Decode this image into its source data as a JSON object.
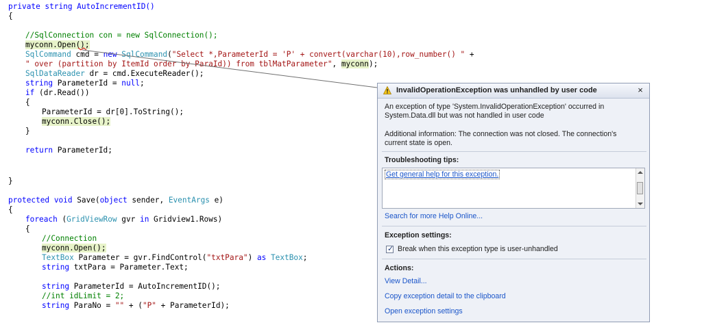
{
  "code": {
    "l1": "private string AutoIncrementID()",
    "l2": "{",
    "l4": "//SqlConnection con = new SqlConnection();",
    "l5": "myconn.Open();",
    "l6a": "SqlCommand",
    "l6b": " cmd = ",
    "l6c": "new",
    "l6d": " ",
    "l6e": "SqlCommand",
    "l6f": "(",
    "l6g": "\"Select *,ParameterId = 'P' + convert(varchar(10),row_number() \"",
    "l6h": " +",
    "l7a": "\" over (partition by ItemId order by ParaId)) from tblMatParameter\"",
    "l7b": ", ",
    "l7c": "myconn",
    "l7d": ");",
    "l8a": "SqlDataReader",
    "l8b": " dr = cmd.ExecuteReader();",
    "l9a": "string",
    "l9b": " ParameterId = ",
    "l9c": "null",
    "l9d": ";",
    "l10a": "if",
    "l10b": " (dr.Read())",
    "l11": "{",
    "l12": "ParameterId = dr[0].ToString();",
    "l13": "myconn.Close();",
    "l14": "}",
    "l16a": "return",
    "l16b": " ParameterId;",
    "l19": "}",
    "l21a": "protected",
    "l21b": " ",
    "l21c": "void",
    "l21d": " Save(",
    "l21e": "object",
    "l21f": " sender, ",
    "l21g": "EventArgs",
    "l21h": " e)",
    "l22": "{",
    "l23a": "foreach",
    "l23b": " (",
    "l23c": "GridViewRow",
    "l23d": " gvr ",
    "l23e": "in",
    "l23f": " Gridview1.Rows)",
    "l24": "{",
    "l25": "//Connection",
    "l26": "myconn.Open();",
    "l27a": "TextBox",
    "l27b": " Parameter = gvr.FindControl(",
    "l27c": "\"txtPara\"",
    "l27d": ") ",
    "l27e": "as",
    "l27f": " ",
    "l27g": "TextBox",
    "l27h": ";",
    "l28a": "string",
    "l28b": " txtPara = Parameter.Text;",
    "l30a": "string",
    "l30b": " ParameterId = AutoIncrementID();",
    "l31": "//int idLimit = 2;",
    "l32a": "string",
    "l32b": " ParaNo = ",
    "l32c": "\"\"",
    "l32d": " + (",
    "l32e": "\"P\"",
    "l32f": " + ParameterId);"
  },
  "helper": {
    "title": "InvalidOperationException was unhandled by user code",
    "title_icon": "warning-icon",
    "close": "×",
    "desc1": "An exception of type 'System.InvalidOperationException' occurred in System.Data.dll but was not handled in user code",
    "desc2": "Additional information: The connection was not closed. The connection's current state is open.",
    "tips_label": "Troubleshooting tips:",
    "tip_item": "Get general help for this exception.",
    "search_link": "Search for more Help Online...",
    "settings_label": "Exception settings:",
    "checkbox_label": "Break when this exception type is user-unhandled",
    "checkbox_checked": true,
    "actions_label": "Actions:",
    "view_detail": "View Detail...",
    "copy_detail": "Copy exception detail to the clipboard",
    "open_settings": "Open exception settings"
  },
  "colors": {
    "keyword": "#0000ff",
    "type": "#2b91af",
    "string": "#a31515",
    "comment": "#008000",
    "link": "#1a55c9",
    "highlight": "#e7f3c9"
  }
}
